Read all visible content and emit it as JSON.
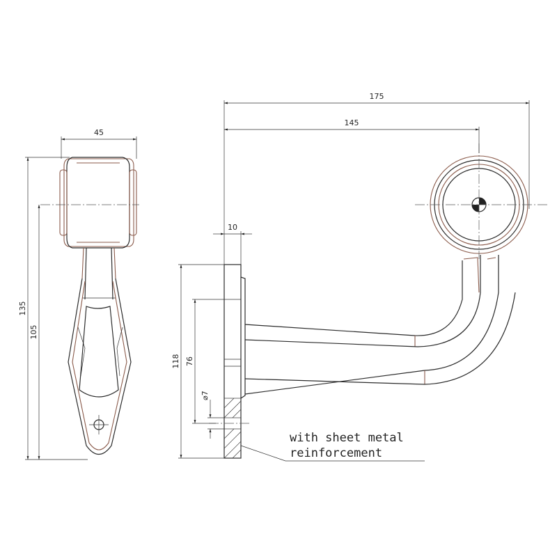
{
  "dimensions": {
    "overall_length": "175",
    "center_length": "145",
    "plate_thickness": "10",
    "side_width": "45",
    "side_height": "135",
    "side_center_height": "105",
    "plate_height": "118",
    "hole_spacing": "76",
    "hole_diameter": "⌀7"
  },
  "note": {
    "line1": "with sheet metal",
    "line2": "reinforcement"
  }
}
